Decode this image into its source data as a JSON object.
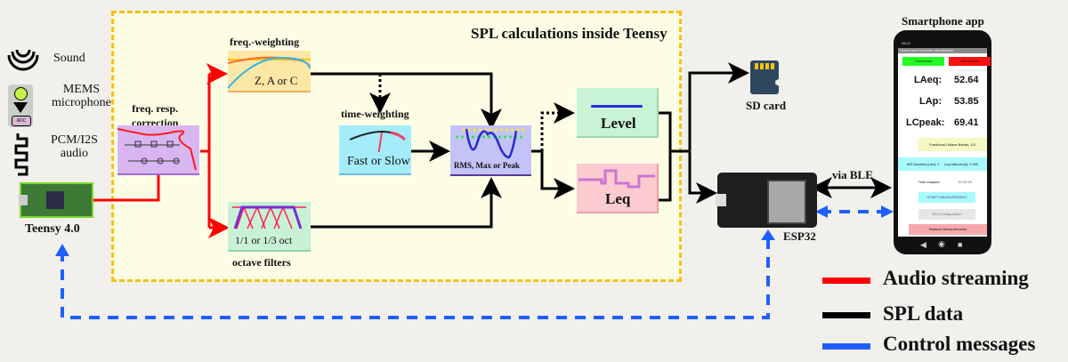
{
  "left_chain": {
    "sound_label": "Sound",
    "mems_label_1": "MEMS",
    "mems_label_2": "microphone",
    "adc_label": "ADC",
    "pcm_label_1": "PCM/I2S",
    "pcm_label_2": "audio",
    "teensy_label": "Teensy 4.0"
  },
  "teensy_block": {
    "title": "SPL calculations inside Teensy",
    "freq_resp_label_1": "freq. resp.",
    "freq_resp_label_2": "correction",
    "freq_weighting_label": "freq.-weighting",
    "freq_weighting_options": "Z, A or C",
    "octave_filters_label": "octave filters",
    "octave_options": "1/1 or 1/3 oct",
    "time_weighting_label": "time-weighting",
    "time_weighting_options": "Fast or Slow",
    "detector_options": "RMS, Max or Peak",
    "level_label": "Level",
    "leq_label": "Leq"
  },
  "outputs": {
    "sd_card_label": "SD card",
    "esp32_label": "ESP32",
    "ble_label": "via BLE"
  },
  "smartphone": {
    "title": "Smartphone app",
    "status_time": "08:22",
    "app_bar": "Control and real-time visualization",
    "connected_button": "Connected",
    "disconnect_button": "Disconnect",
    "measurements": [
      {
        "label": "LAeq:",
        "value": "52.64"
      },
      {
        "label": "LAp:",
        "value": "53.85"
      },
      {
        "label": "LCpeak:",
        "value": "69.41"
      }
    ],
    "fractional_bands": "Fractional Octave Bands: 1/3",
    "ms_duration": "MS Duration [min]: 1",
    "log_interval": "Log interval [s]: 1.000",
    "time_elapsed_label": "Time elapsed:",
    "time_elapsed_value": "00:00:08",
    "start_button": "START MEASUREMENT",
    "config_button": "SLM Configuration",
    "retrieve_button": "Retrieve Measurements"
  },
  "legend": {
    "items": [
      {
        "label": "Audio streaming",
        "color": "#ff0000"
      },
      {
        "label": "SPL data",
        "color": "#000000"
      },
      {
        "label": "Control messages",
        "color": "#1f5fff"
      }
    ]
  },
  "colors": {
    "audio": "#ff0000",
    "spl": "#000000",
    "control": "#1f5fff",
    "teensy_border": "#f5c310"
  }
}
